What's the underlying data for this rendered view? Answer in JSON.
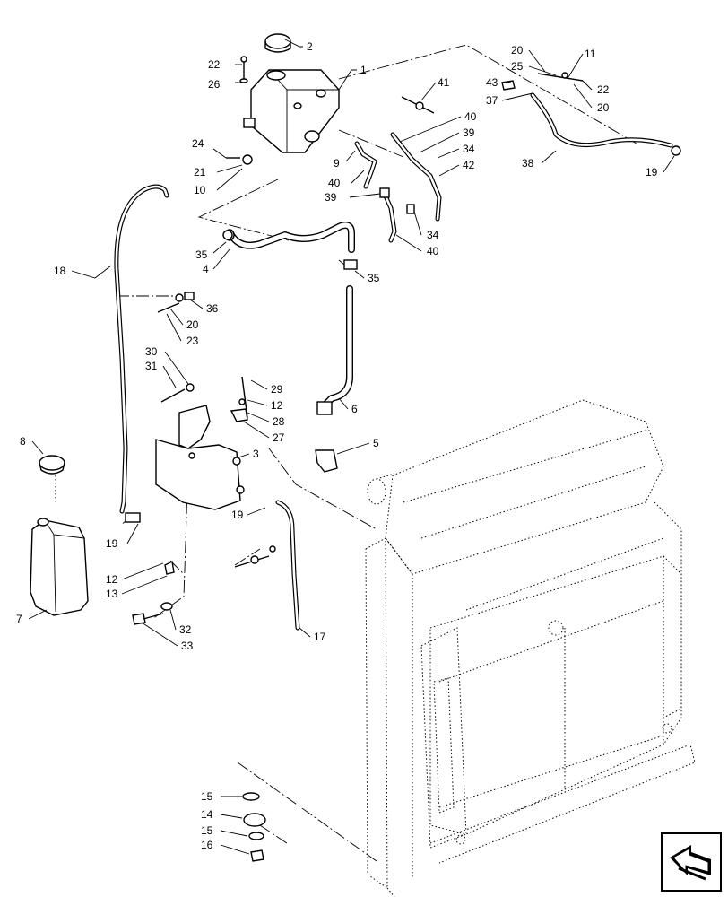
{
  "diagram": {
    "callouts": [
      {
        "label": "1"
      },
      {
        "label": "2"
      },
      {
        "label": "22"
      },
      {
        "label": "26"
      },
      {
        "label": "24"
      },
      {
        "label": "21"
      },
      {
        "label": "10"
      },
      {
        "label": "9"
      },
      {
        "label": "40"
      },
      {
        "label": "39"
      },
      {
        "label": "35"
      },
      {
        "label": "4"
      },
      {
        "label": "41"
      },
      {
        "label": "40"
      },
      {
        "label": "39"
      },
      {
        "label": "34"
      },
      {
        "label": "42"
      },
      {
        "label": "34"
      },
      {
        "label": "40"
      },
      {
        "label": "35"
      },
      {
        "label": "43"
      },
      {
        "label": "37"
      },
      {
        "label": "20"
      },
      {
        "label": "25"
      },
      {
        "label": "11"
      },
      {
        "label": "22"
      },
      {
        "label": "20"
      },
      {
        "label": "38"
      },
      {
        "label": "19"
      },
      {
        "label": "18"
      },
      {
        "label": "36"
      },
      {
        "label": "20"
      },
      {
        "label": "23"
      },
      {
        "label": "30"
      },
      {
        "label": "31"
      },
      {
        "label": "29"
      },
      {
        "label": "12"
      },
      {
        "label": "28"
      },
      {
        "label": "27"
      },
      {
        "label": "6"
      },
      {
        "label": "5"
      },
      {
        "label": "8"
      },
      {
        "label": "3"
      },
      {
        "label": "19"
      },
      {
        "label": "19"
      },
      {
        "label": "7"
      },
      {
        "label": "12"
      },
      {
        "label": "13"
      },
      {
        "label": "32"
      },
      {
        "label": "33"
      },
      {
        "label": "17"
      },
      {
        "label": "15"
      },
      {
        "label": "14"
      },
      {
        "label": "15"
      },
      {
        "label": "16"
      }
    ]
  },
  "nav": {
    "icon": "next-page-arrow-icon"
  }
}
